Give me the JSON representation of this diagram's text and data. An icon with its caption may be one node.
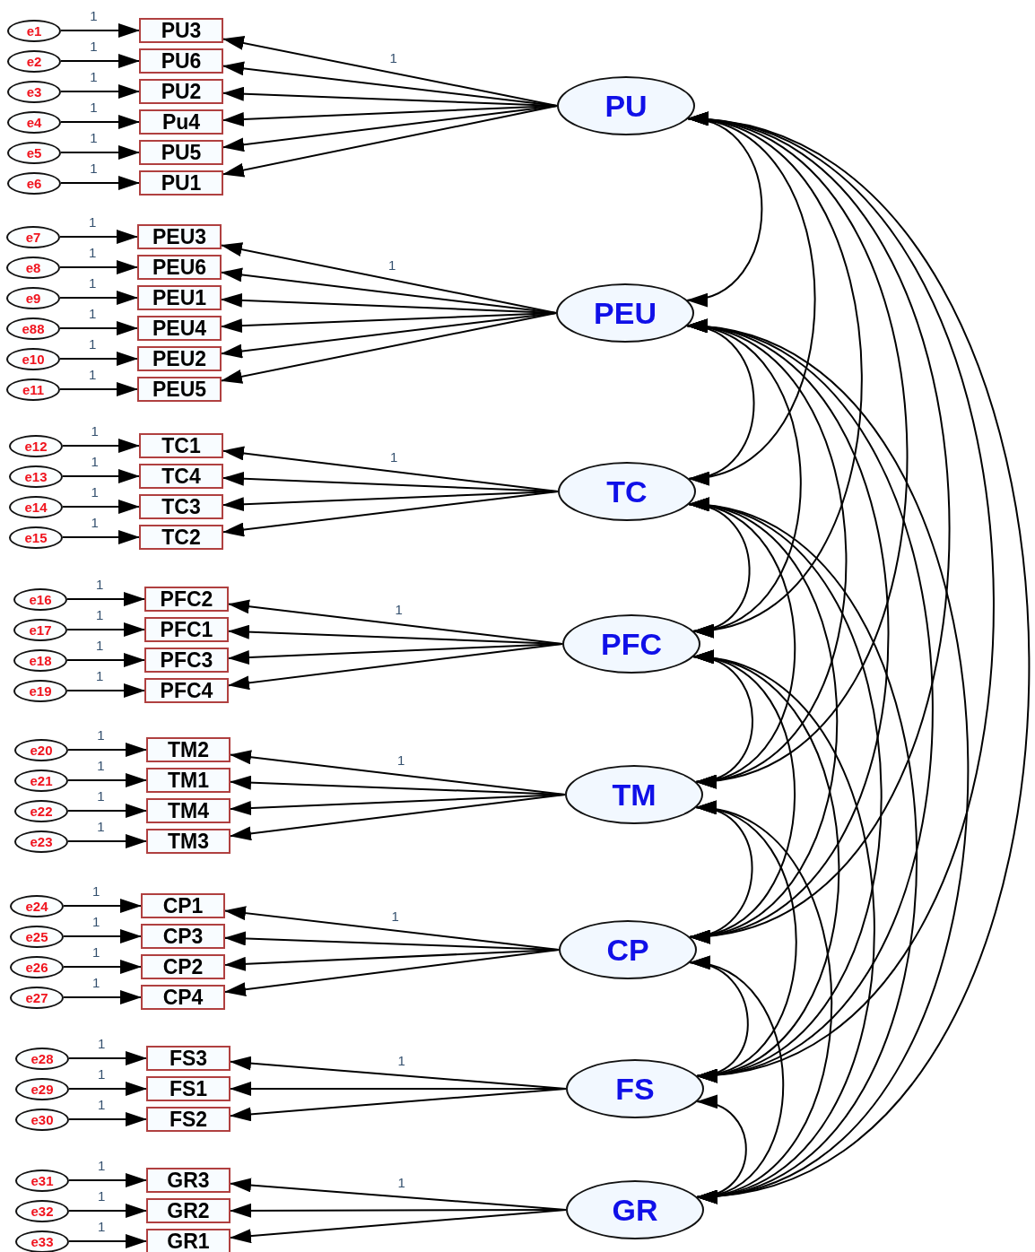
{
  "diagram": {
    "nodes": [
      {
        "text": [
          "e1"
        ]
      },
      {
        "text": [
          "PU3"
        ]
      },
      {
        "text": [
          "e2"
        ]
      },
      {
        "text": [
          "PU6"
        ]
      },
      {
        "text": [
          "e3"
        ]
      },
      {
        "text": [
          "PU2"
        ]
      },
      {
        "text": [
          "e4"
        ]
      },
      {
        "text": [
          "Pu4"
        ]
      },
      {
        "text": [
          "e5"
        ]
      },
      {
        "text": [
          "PU5"
        ]
      },
      {
        "text": [
          "e6"
        ]
      },
      {
        "text": [
          "PU1"
        ]
      },
      {
        "text": [
          "PU"
        ]
      },
      {
        "text": [
          "e7"
        ]
      },
      {
        "text": [
          "PEU3"
        ]
      },
      {
        "text": [
          "e8"
        ]
      },
      {
        "text": [
          "PEU6"
        ]
      },
      {
        "text": [
          "e9"
        ]
      },
      {
        "text": [
          "PEU1"
        ]
      },
      {
        "text": [
          "e88"
        ]
      },
      {
        "text": [
          "PEU4"
        ]
      },
      {
        "text": [
          "e10"
        ]
      },
      {
        "text": [
          "PEU2"
        ]
      },
      {
        "text": [
          "e11"
        ]
      },
      {
        "text": [
          "PEU5"
        ]
      },
      {
        "text": [
          "PEU"
        ]
      },
      {
        "text": [
          "e12"
        ]
      },
      {
        "text": [
          "TC1"
        ]
      },
      {
        "text": [
          "e13"
        ]
      },
      {
        "text": [
          "TC4"
        ]
      },
      {
        "text": [
          "e14"
        ]
      },
      {
        "text": [
          "TC3"
        ]
      },
      {
        "text": [
          "e15"
        ]
      },
      {
        "text": [
          "TC2"
        ]
      },
      {
        "text": [
          "TC"
        ]
      },
      {
        "text": [
          "e16"
        ]
      },
      {
        "text": [
          "PFC2"
        ]
      },
      {
        "text": [
          "e17"
        ]
      },
      {
        "text": [
          "PFC1"
        ]
      },
      {
        "text": [
          "e18"
        ]
      },
      {
        "text": [
          "PFC3"
        ]
      },
      {
        "text": [
          "e19"
        ]
      },
      {
        "text": [
          "PFC4"
        ]
      },
      {
        "text": [
          "PFC"
        ]
      },
      {
        "text": [
          "e20"
        ]
      },
      {
        "text": [
          "TM2"
        ]
      },
      {
        "text": [
          "e21"
        ]
      },
      {
        "text": [
          "TM1"
        ]
      },
      {
        "text": [
          "e22"
        ]
      },
      {
        "text": [
          "TM4"
        ]
      },
      {
        "text": [
          "e23"
        ]
      },
      {
        "text": [
          "TM3"
        ]
      },
      {
        "text": [
          "TM"
        ]
      },
      {
        "text": [
          "e24"
        ]
      },
      {
        "text": [
          "CP1"
        ]
      },
      {
        "text": [
          "e25"
        ]
      },
      {
        "text": [
          "CP3"
        ]
      },
      {
        "text": [
          "e26"
        ]
      },
      {
        "text": [
          "CP2"
        ]
      },
      {
        "text": [
          "e27"
        ]
      },
      {
        "text": [
          "CP4"
        ]
      },
      {
        "text": [
          "CP"
        ]
      },
      {
        "text": [
          "e28"
        ]
      },
      {
        "text": [
          "FS3"
        ]
      },
      {
        "text": [
          "e29"
        ]
      },
      {
        "text": [
          "FS1"
        ]
      },
      {
        "text": [
          "e30"
        ]
      },
      {
        "text": [
          "FS2"
        ]
      },
      {
        "text": [
          "FS"
        ]
      },
      {
        "text": [
          "e31"
        ]
      },
      {
        "text": [
          "GR3"
        ]
      },
      {
        "text": [
          "e32"
        ]
      },
      {
        "text": [
          "GR2"
        ]
      },
      {
        "text": [
          "e33"
        ]
      },
      {
        "text": [
          "GR1"
        ]
      },
      {
        "text": [
          "GR"
        ]
      }
    ],
    "edges": [
      {
        "from": 0,
        "to": 1,
        "arrow": "to",
        "label": "1"
      },
      {
        "from": 2,
        "to": 3,
        "arrow": "to",
        "label": "1"
      },
      {
        "from": 4,
        "to": 5,
        "arrow": "to",
        "label": "1"
      },
      {
        "from": 6,
        "to": 7,
        "arrow": "to",
        "label": "1"
      },
      {
        "from": 8,
        "to": 9,
        "arrow": "to",
        "label": "1"
      },
      {
        "from": 10,
        "to": 11,
        "arrow": "to",
        "label": "1"
      },
      {
        "from": 12,
        "to": 1,
        "arrow": "to",
        "label": "1"
      },
      {
        "from": 12,
        "to": 3,
        "arrow": "to"
      },
      {
        "from": 12,
        "to": 5,
        "arrow": "to"
      },
      {
        "from": 12,
        "to": 7,
        "arrow": "to"
      },
      {
        "from": 12,
        "to": 9,
        "arrow": "to"
      },
      {
        "from": 12,
        "to": 11,
        "arrow": "to"
      },
      {
        "from": 13,
        "to": 14,
        "arrow": "to",
        "label": "1"
      },
      {
        "from": 15,
        "to": 16,
        "arrow": "to",
        "label": "1"
      },
      {
        "from": 17,
        "to": 18,
        "arrow": "to",
        "label": "1"
      },
      {
        "from": 19,
        "to": 20,
        "arrow": "to",
        "label": "1"
      },
      {
        "from": 21,
        "to": 22,
        "arrow": "to",
        "label": "1"
      },
      {
        "from": 23,
        "to": 24,
        "arrow": "to",
        "label": "1"
      },
      {
        "from": 25,
        "to": 14,
        "arrow": "to",
        "label": "1"
      },
      {
        "from": 25,
        "to": 16,
        "arrow": "to"
      },
      {
        "from": 25,
        "to": 18,
        "arrow": "to"
      },
      {
        "from": 25,
        "to": 20,
        "arrow": "to"
      },
      {
        "from": 25,
        "to": 22,
        "arrow": "to"
      },
      {
        "from": 25,
        "to": 24,
        "arrow": "to"
      },
      {
        "from": 26,
        "to": 27,
        "arrow": "to",
        "label": "1"
      },
      {
        "from": 28,
        "to": 29,
        "arrow": "to",
        "label": "1"
      },
      {
        "from": 30,
        "to": 31,
        "arrow": "to",
        "label": "1"
      },
      {
        "from": 32,
        "to": 33,
        "arrow": "to",
        "label": "1"
      },
      {
        "from": 34,
        "to": 27,
        "arrow": "to",
        "label": "1"
      },
      {
        "from": 34,
        "to": 29,
        "arrow": "to"
      },
      {
        "from": 34,
        "to": 31,
        "arrow": "to"
      },
      {
        "from": 34,
        "to": 33,
        "arrow": "to"
      },
      {
        "from": 35,
        "to": 36,
        "arrow": "to",
        "label": "1"
      },
      {
        "from": 37,
        "to": 38,
        "arrow": "to",
        "label": "1"
      },
      {
        "from": 39,
        "to": 40,
        "arrow": "to",
        "label": "1"
      },
      {
        "from": 41,
        "to": 42,
        "arrow": "to",
        "label": "1"
      },
      {
        "from": 43,
        "to": 36,
        "arrow": "to",
        "label": "1"
      },
      {
        "from": 43,
        "to": 38,
        "arrow": "to"
      },
      {
        "from": 43,
        "to": 40,
        "arrow": "to"
      },
      {
        "from": 43,
        "to": 42,
        "arrow": "to"
      },
      {
        "from": 44,
        "to": 45,
        "arrow": "to",
        "label": "1"
      },
      {
        "from": 46,
        "to": 47,
        "arrow": "to",
        "label": "1"
      },
      {
        "from": 48,
        "to": 49,
        "arrow": "to",
        "label": "1"
      },
      {
        "from": 50,
        "to": 51,
        "arrow": "to",
        "label": "1"
      },
      {
        "from": 52,
        "to": 45,
        "arrow": "to",
        "label": "1"
      },
      {
        "from": 52,
        "to": 47,
        "arrow": "to"
      },
      {
        "from": 52,
        "to": 49,
        "arrow": "to"
      },
      {
        "from": 52,
        "to": 51,
        "arrow": "to"
      },
      {
        "from": 53,
        "to": 54,
        "arrow": "to",
        "label": "1"
      },
      {
        "from": 55,
        "to": 56,
        "arrow": "to",
        "label": "1"
      },
      {
        "from": 57,
        "to": 58,
        "arrow": "to",
        "label": "1"
      },
      {
        "from": 59,
        "to": 60,
        "arrow": "to",
        "label": "1"
      },
      {
        "from": 61,
        "to": 54,
        "arrow": "to",
        "label": "1"
      },
      {
        "from": 61,
        "to": 56,
        "arrow": "to"
      },
      {
        "from": 61,
        "to": 58,
        "arrow": "to"
      },
      {
        "from": 61,
        "to": 60,
        "arrow": "to"
      },
      {
        "from": 62,
        "to": 63,
        "arrow": "to",
        "label": "1"
      },
      {
        "from": 64,
        "to": 65,
        "arrow": "to",
        "label": "1"
      },
      {
        "from": 66,
        "to": 67,
        "arrow": "to",
        "label": "1"
      },
      {
        "from": 68,
        "to": 63,
        "arrow": "to",
        "label": "1"
      },
      {
        "from": 68,
        "to": 65,
        "arrow": "to"
      },
      {
        "from": 68,
        "to": 67,
        "arrow": "to"
      },
      {
        "from": 69,
        "to": 70,
        "arrow": "to",
        "label": "1"
      },
      {
        "from": 71,
        "to": 72,
        "arrow": "to",
        "label": "1"
      },
      {
        "from": 73,
        "to": 74,
        "arrow": "to",
        "label": "1"
      },
      {
        "from": 75,
        "to": 70,
        "arrow": "to",
        "label": "1"
      },
      {
        "from": 75,
        "to": 72,
        "arrow": "to"
      },
      {
        "from": 75,
        "to": 74,
        "arrow": "to"
      },
      {
        "from": 12,
        "to": 25,
        "arrow": "both"
      },
      {
        "from": 12,
        "to": 34,
        "arrow": "both"
      },
      {
        "from": 12,
        "to": 43,
        "arrow": "both"
      },
      {
        "from": 12,
        "to": 52,
        "arrow": "both"
      },
      {
        "from": 12,
        "to": 61,
        "arrow": "both"
      },
      {
        "from": 12,
        "to": 68,
        "arrow": "both"
      },
      {
        "from": 12,
        "to": 75,
        "arrow": "both"
      },
      {
        "from": 25,
        "to": 34,
        "arrow": "both"
      },
      {
        "from": 25,
        "to": 43,
        "arrow": "both"
      },
      {
        "from": 25,
        "to": 52,
        "arrow": "both"
      },
      {
        "from": 25,
        "to": 61,
        "arrow": "both"
      },
      {
        "from": 25,
        "to": 68,
        "arrow": "both"
      },
      {
        "from": 25,
        "to": 75,
        "arrow": "both"
      },
      {
        "from": 34,
        "to": 43,
        "arrow": "both"
      },
      {
        "from": 34,
        "to": 52,
        "arrow": "both"
      },
      {
        "from": 34,
        "to": 61,
        "arrow": "both"
      },
      {
        "from": 34,
        "to": 68,
        "arrow": "both"
      },
      {
        "from": 34,
        "to": 75,
        "arrow": "both"
      },
      {
        "from": 43,
        "to": 52,
        "arrow": "both"
      },
      {
        "from": 43,
        "to": 61,
        "arrow": "both"
      },
      {
        "from": 43,
        "to": 68,
        "arrow": "both"
      },
      {
        "from": 43,
        "to": 75,
        "arrow": "both"
      },
      {
        "from": 52,
        "to": 61,
        "arrow": "both"
      },
      {
        "from": 52,
        "to": 68,
        "arrow": "both"
      },
      {
        "from": 52,
        "to": 75,
        "arrow": "both"
      },
      {
        "from": 61,
        "to": 68,
        "arrow": "both"
      },
      {
        "from": 61,
        "to": 75,
        "arrow": "both"
      },
      {
        "from": 68,
        "to": 75,
        "arrow": "both"
      }
    ]
  }
}
